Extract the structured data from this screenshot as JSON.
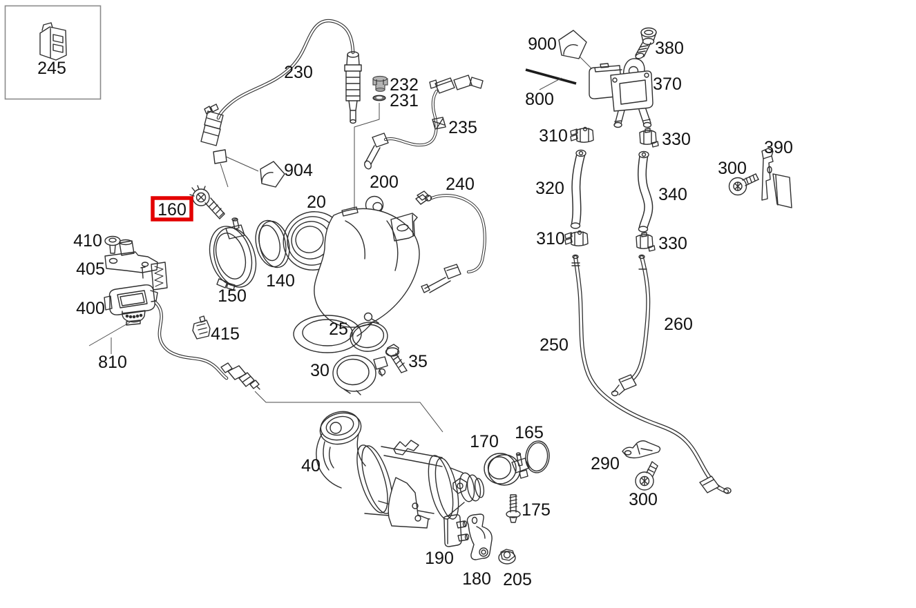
{
  "diagram": {
    "highlighted_part": "160",
    "highlight_color": "#e30000",
    "line_color": "#2e2e2e",
    "background_color": "#ffffff",
    "label_color": "#111111"
  },
  "labels": {
    "p245": "245",
    "p230": "230",
    "p232": "232",
    "p231": "231",
    "p235": "235",
    "p904": "904",
    "p200": "200",
    "p240": "240",
    "p20": "20",
    "p160": "160",
    "p410": "410",
    "p405": "405",
    "p400": "400",
    "p810": "810",
    "p415": "415",
    "p150": "150",
    "p140": "140",
    "p25": "25",
    "p30": "30",
    "p35": "35",
    "p900": "900",
    "p380": "380",
    "p370": "370",
    "p800": "800",
    "p310_top": "310",
    "p330_top": "330",
    "p300_right": "300",
    "p390": "390",
    "p320": "320",
    "p340": "340",
    "p310_bottom": "310",
    "p330_bottom": "330",
    "p250": "250",
    "p260": "260",
    "p290": "290",
    "p300_bottom": "300",
    "p40": "40",
    "p170": "170",
    "p165": "165",
    "p175": "175",
    "p190": "190",
    "p180": "180",
    "p205": "205"
  }
}
